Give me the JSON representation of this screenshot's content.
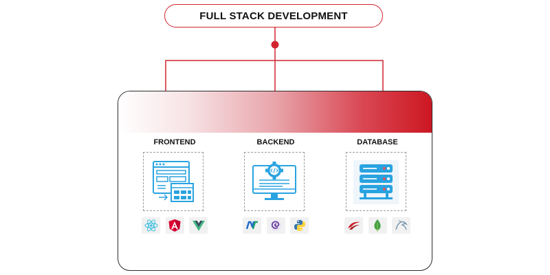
{
  "title": "FULL STACK DEVELOPMENT",
  "colors": {
    "accent": "#d1242f",
    "illustration": "#29a3e0"
  },
  "sections": [
    {
      "label": "FRONTEND",
      "icon": "web-layout-icon",
      "techs": [
        "react-icon",
        "angular-icon",
        "vue-icon"
      ]
    },
    {
      "label": "BACKEND",
      "icon": "monitor-code-gear-icon",
      "techs": [
        "dotnet-icon",
        "blazor-icon",
        "python-icon"
      ]
    },
    {
      "label": "DATABASE",
      "icon": "server-stack-icon",
      "techs": [
        "sql-server-icon",
        "mongodb-icon",
        "mysql-icon"
      ]
    }
  ]
}
